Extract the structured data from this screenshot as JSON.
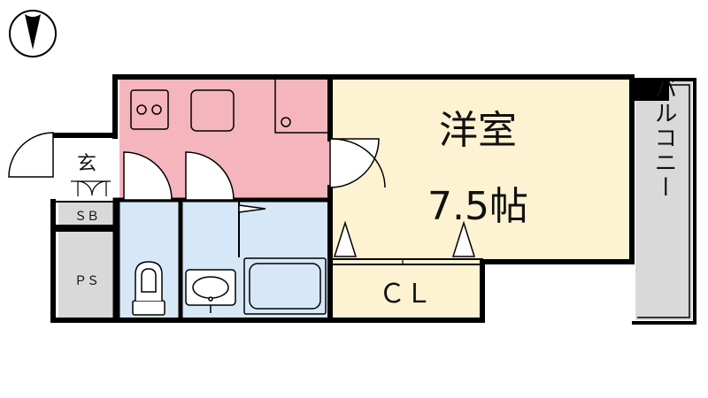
{
  "rooms": {
    "western_room": {
      "name": "洋室",
      "size": "7.5帖"
    },
    "entrance": "玄",
    "shoe_box": "ＳＢ",
    "pipe_space": "ＰＳ",
    "closet": "ＣＬ",
    "balcony": "バルコニー"
  },
  "colors": {
    "kitchen": "#f4b5bd",
    "western_room": "#fdf2d2",
    "closet": "#fdf2d2",
    "wet_area": "#d6e8f8",
    "utility": "#d9d9d9",
    "balcony": "#d9d9d9",
    "wall": "#000000"
  },
  "icons": [
    "north-arrow-icon",
    "stove-icon",
    "sink-icon",
    "toilet-icon",
    "washbasin-icon",
    "bathtub-icon"
  ]
}
